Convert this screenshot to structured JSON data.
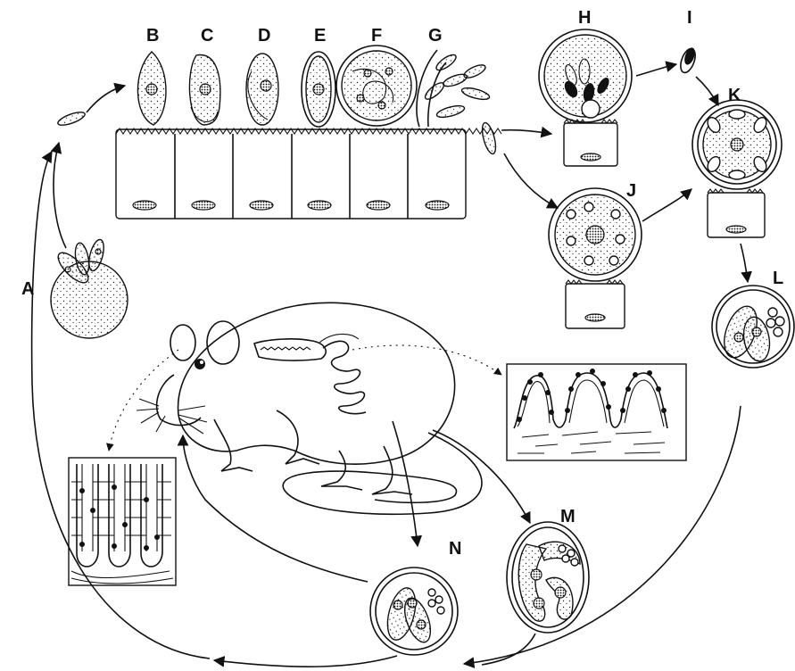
{
  "stages": {
    "A": "A",
    "B": "B",
    "C": "C",
    "D": "D",
    "E": "E",
    "F": "F",
    "G": "G",
    "H": "H",
    "I": "I",
    "J": "J",
    "K": "K",
    "L": "L",
    "M": "M",
    "N": "N"
  },
  "colors": {
    "ink": "#111111",
    "background": "#ffffff"
  }
}
